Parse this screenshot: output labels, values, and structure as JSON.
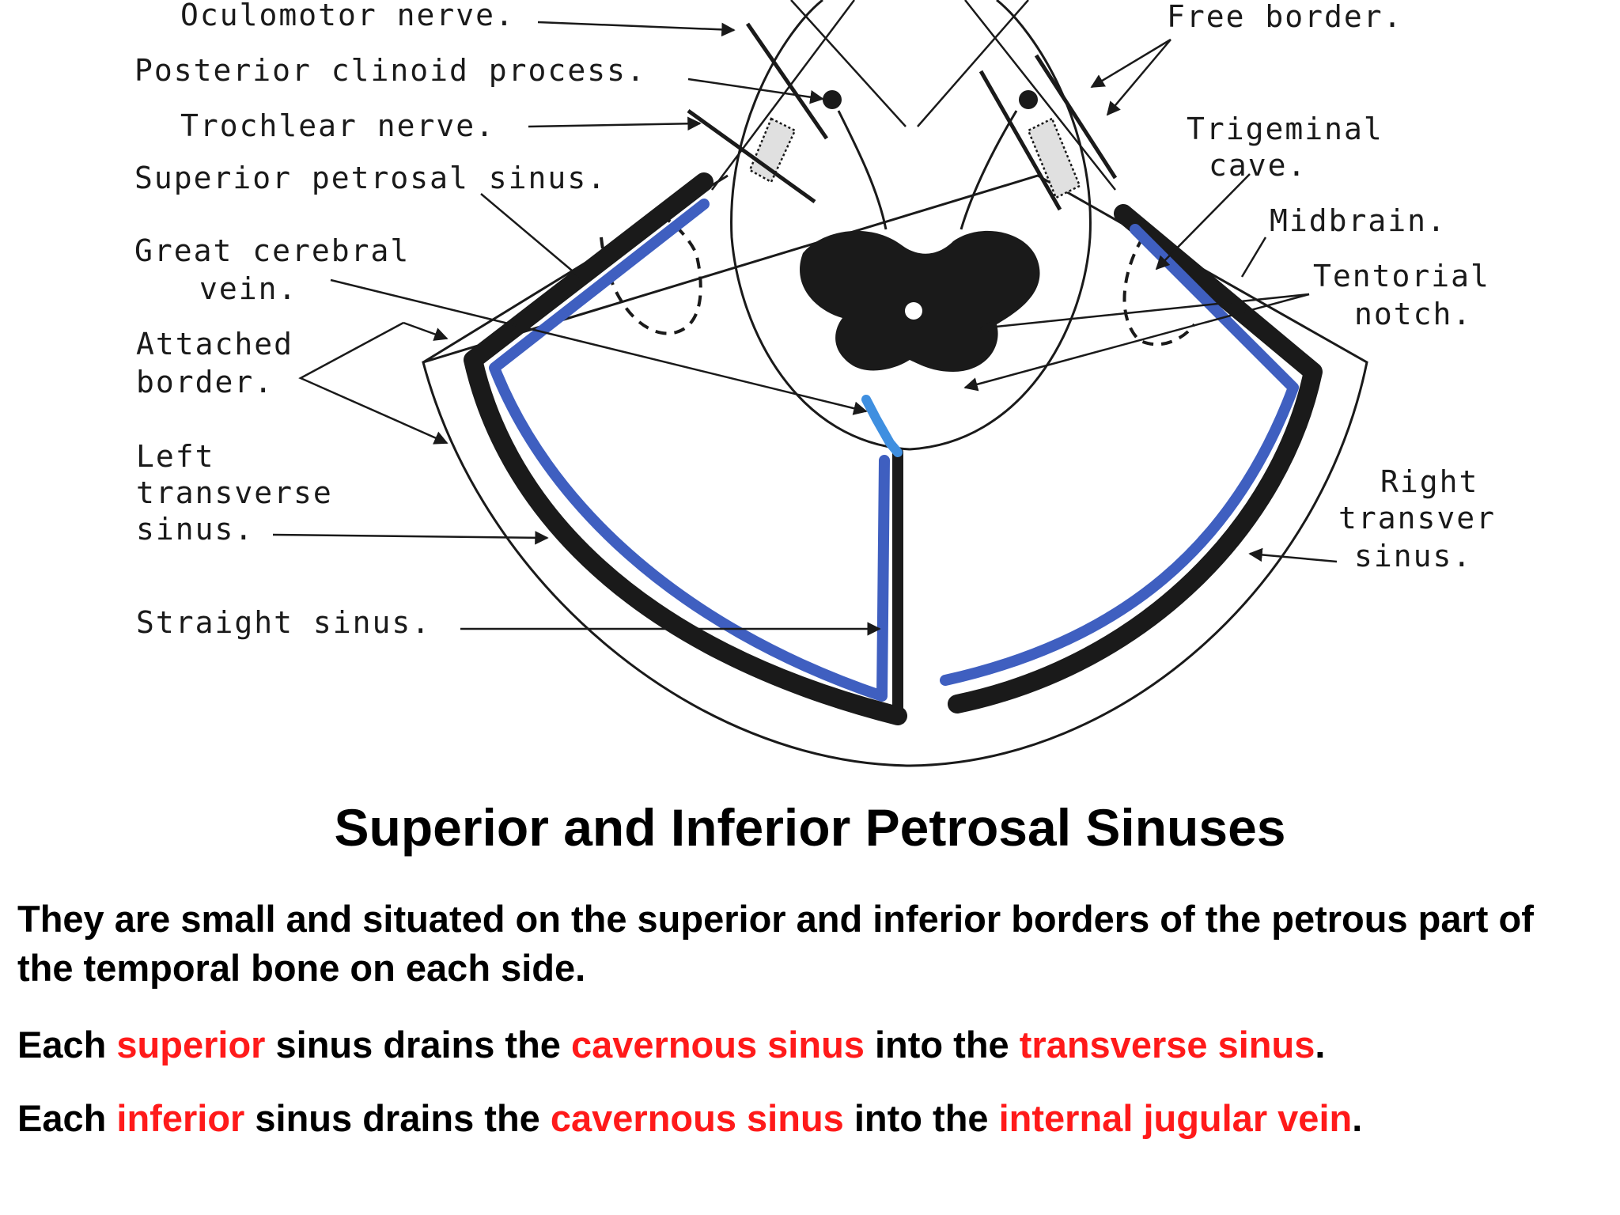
{
  "diagram": {
    "labels": {
      "oculomotor": "Oculomotor nerve.",
      "posterior_clinoid": "Posterior clinoid process.",
      "trochlear": "Trochlear nerve.",
      "sup_petrosal": "Superior petrosal sinus.",
      "great_cerebral_1": "Great cerebral",
      "great_cerebral_2": "vein.",
      "attached_1": "Attached",
      "attached_2": "border.",
      "left_transverse_1": "Left",
      "left_transverse_2": "transverse",
      "left_transverse_3": "sinus.",
      "straight": "Straight sinus.",
      "free_border": "Free border.",
      "trigeminal_1": "Trigeminal",
      "trigeminal_2": "cave.",
      "midbrain": "Midbrain.",
      "tentorial_1": "Tentorial",
      "tentorial_2": "notch.",
      "right_transverse_1": "Right",
      "right_transverse_2": "transver",
      "right_transverse_3": "sinus."
    },
    "colors": {
      "sinus_blue": "#3f5fc0",
      "ink": "#1a1a1a"
    }
  },
  "title": "Superior and Inferior Petrosal Sinuses",
  "p1": "They are small and situated on the superior and inferior borders of the petrous part of the temporal bone on each side.",
  "p2": {
    "a": "Each ",
    "b": "superior",
    "c": " sinus drains the ",
    "d": "cavernous sinus",
    "e": " into the ",
    "f": "transverse sinus",
    "g": "."
  },
  "p3": {
    "a": "Each ",
    "b": "inferior",
    "c": " sinus drains the ",
    "d": "cavernous sinus",
    "e": " into the ",
    "f": "internal jugular vein",
    "g": "."
  },
  "highlight_color": "#ff1a1a"
}
